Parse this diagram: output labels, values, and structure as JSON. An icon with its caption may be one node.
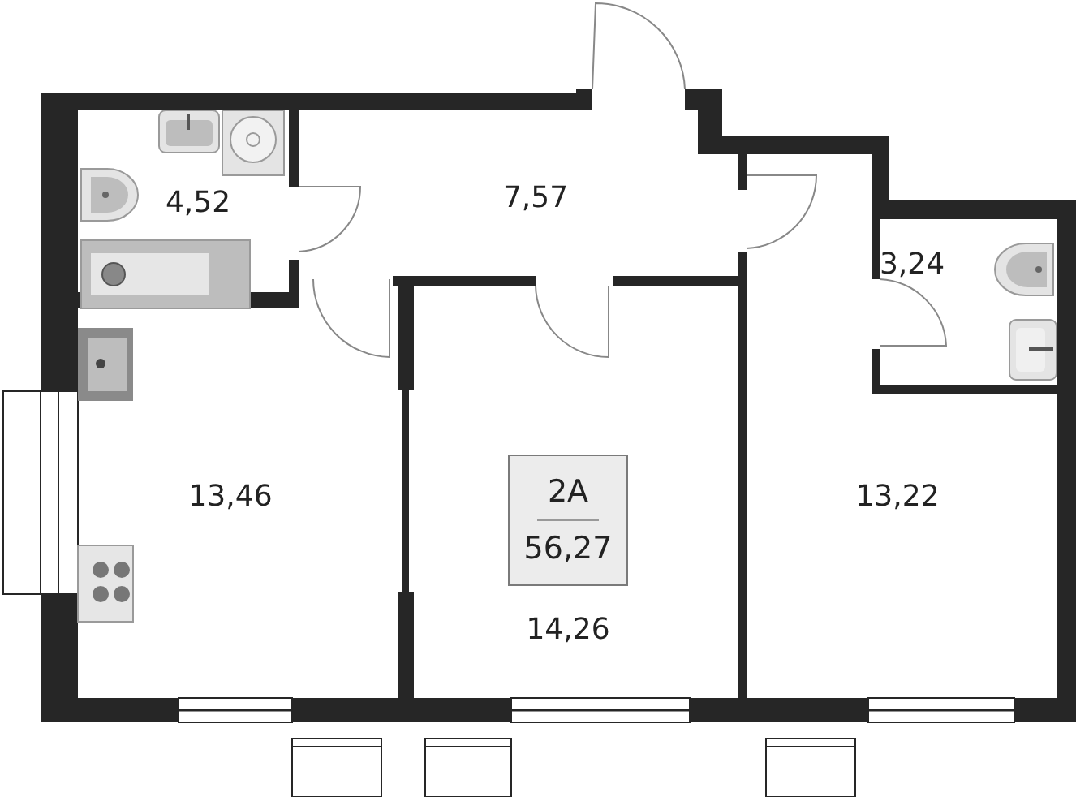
{
  "diagram": {
    "nodes": [
      {
        "text": [
          "2A",
          "56,27"
        ]
      }
    ],
    "labels": [
      "4,52",
      "7,57",
      "3,24",
      "13,46",
      "14,26",
      "13,22"
    ]
  }
}
